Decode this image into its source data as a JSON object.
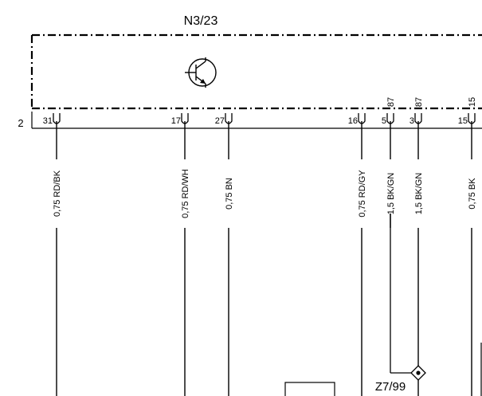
{
  "module": {
    "label": "N3/23",
    "connector": "2",
    "symbol": "transistor-icon"
  },
  "pins": [
    {
      "pin": "31",
      "wire": "0,75 RD/BK",
      "id": "pin-31"
    },
    {
      "pin": "17",
      "wire": "0,75 RD/WH",
      "id": "pin-17"
    },
    {
      "pin": "27",
      "wire": "0,75 BN",
      "id": "pin-27"
    },
    {
      "pin": "16",
      "wire": "0,75 RD/GY",
      "id": "pin-16"
    },
    {
      "pin": "5",
      "top": "87",
      "wire": "1,5 BK/GN",
      "id": "pin-5"
    },
    {
      "pin": "3",
      "top": "87",
      "wire": "1,5 BK/GN",
      "id": "pin-3"
    },
    {
      "pin": "15",
      "top": "15",
      "wire": "0,75 BK",
      "id": "pin-15"
    }
  ],
  "splice": {
    "label": "Z7/99"
  }
}
